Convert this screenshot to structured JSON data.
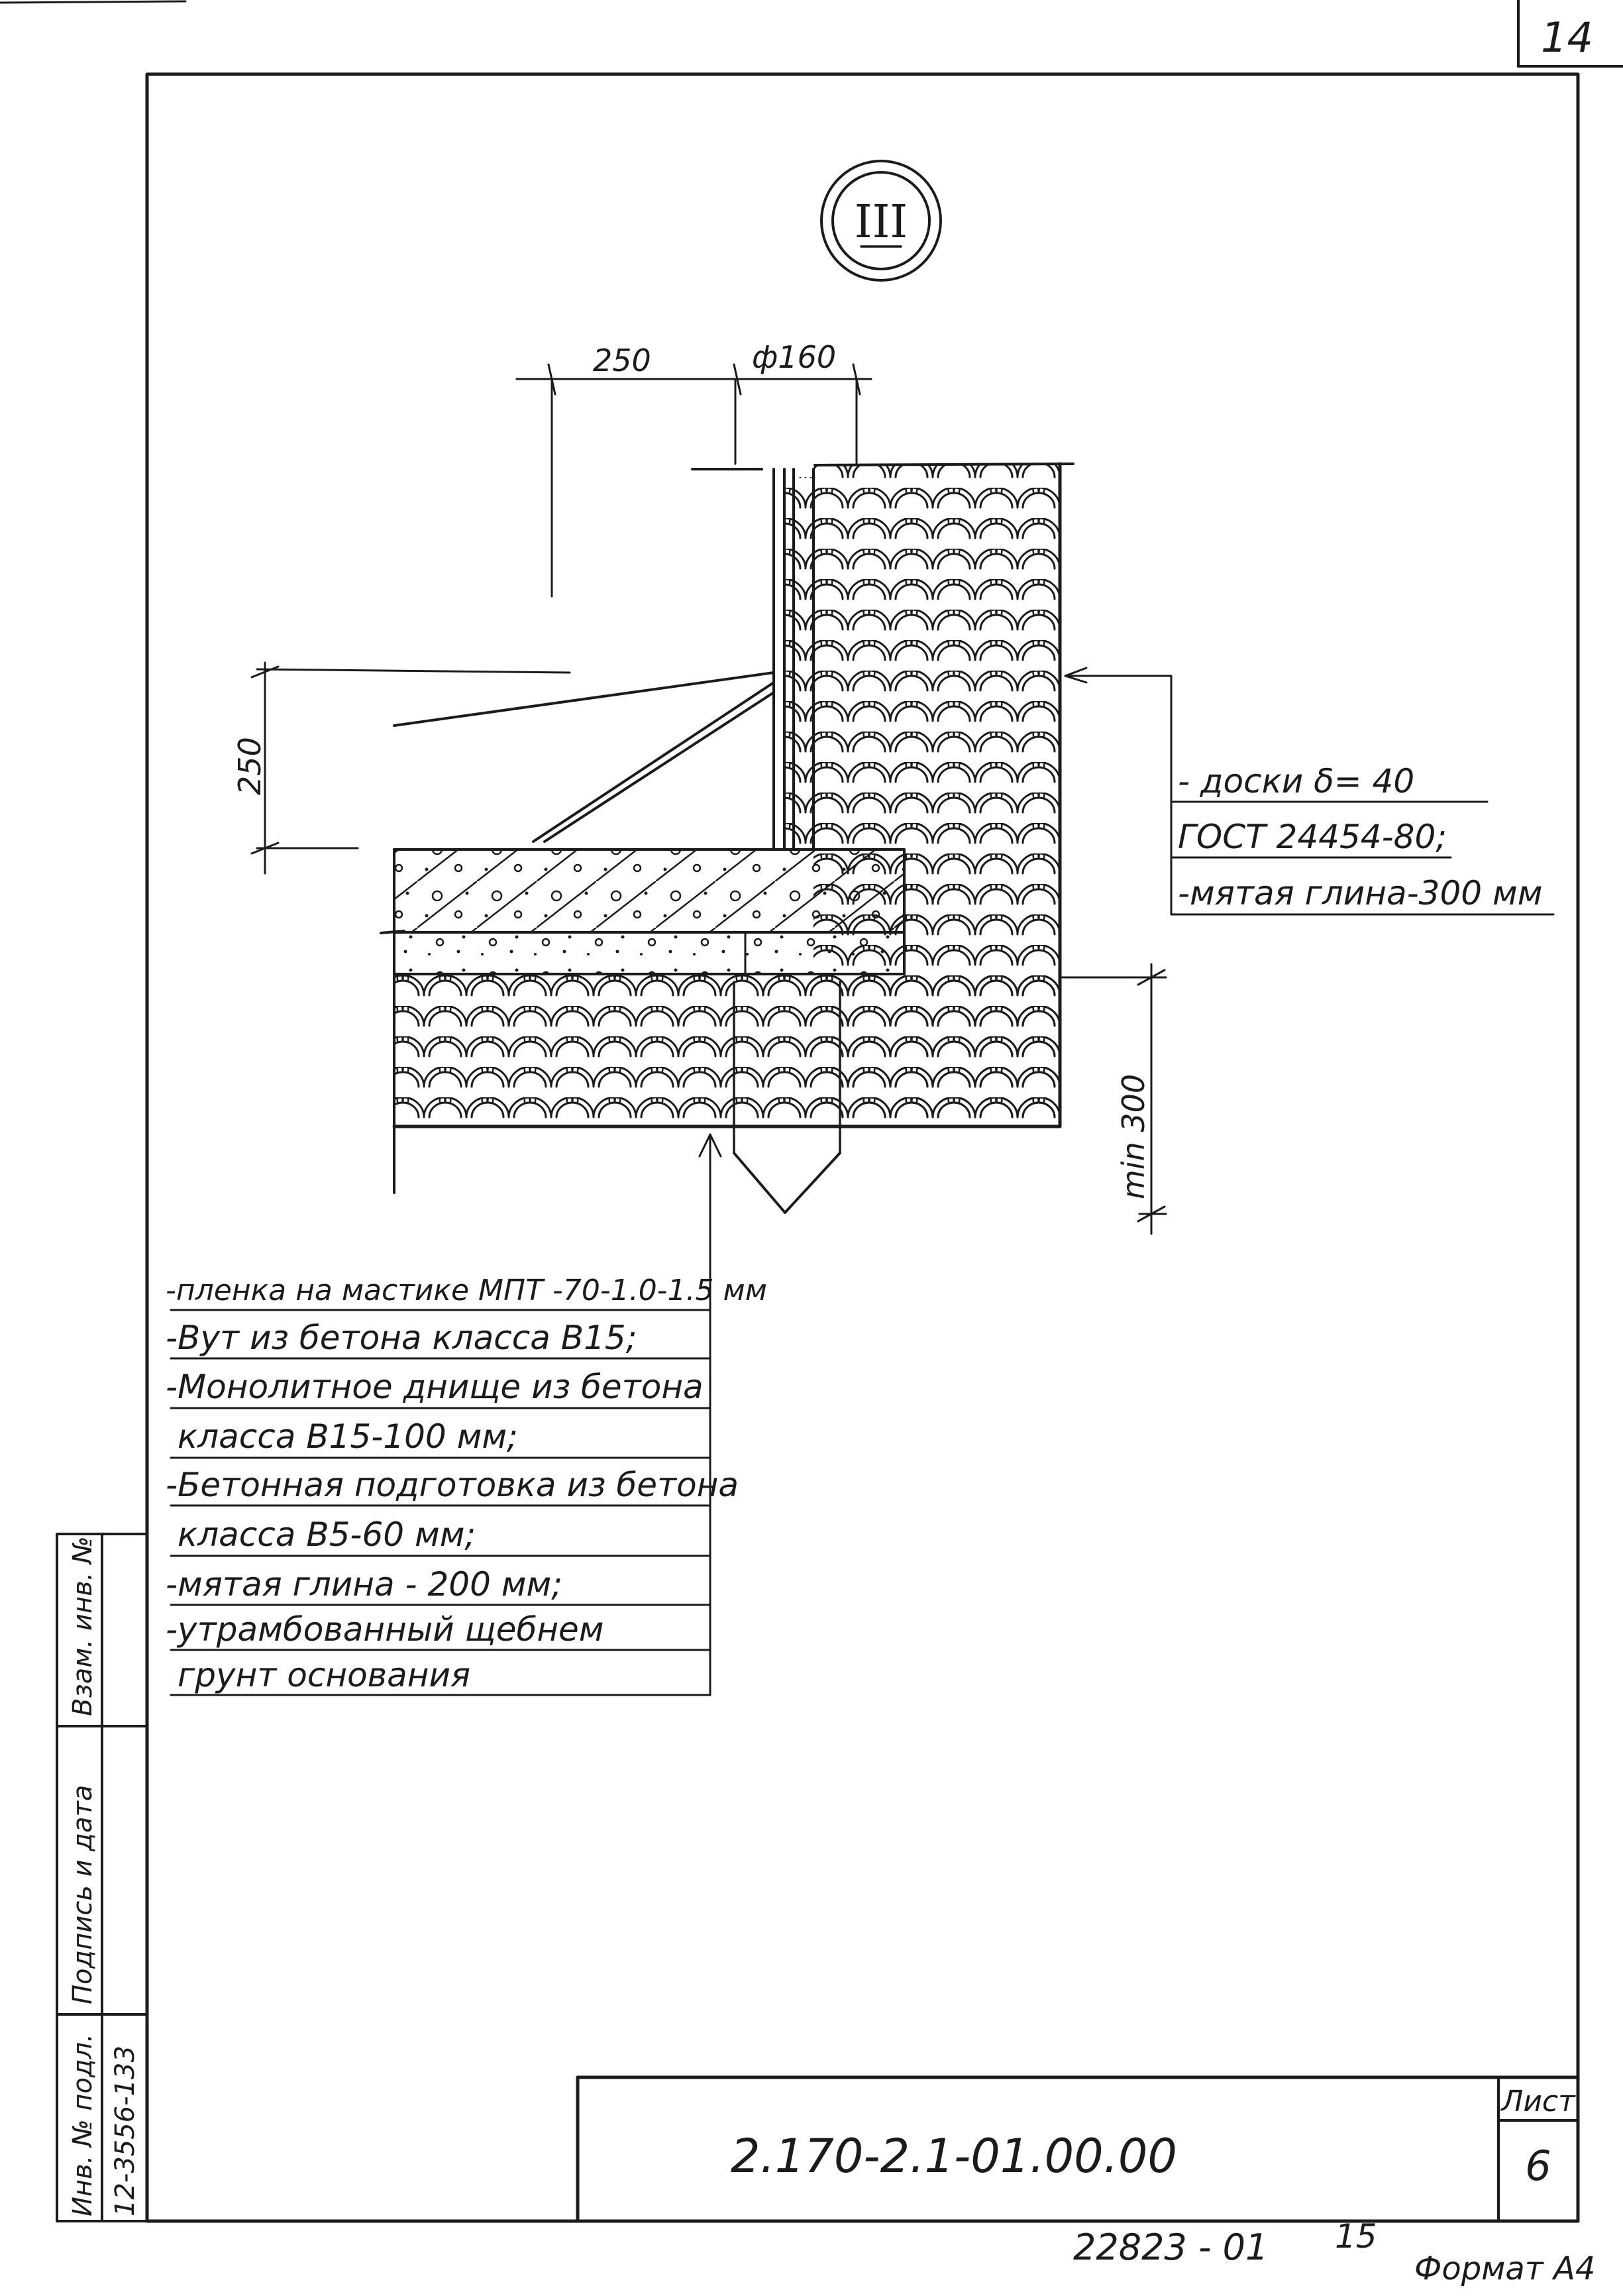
{
  "sheet": {
    "corner_number": "14",
    "section_mark": "III",
    "stamp_code": "22823 - 01",
    "stamp_number": "15",
    "format_label": "Формат А4"
  },
  "dimensions": {
    "top_left": "250",
    "top_pipe": "ф160",
    "left_vertical": "250",
    "right_vertical": "min 300"
  },
  "right_notes": [
    "- доски δ= 40",
    "ГОСТ 24454-80;",
    "-мятая глина-300 мм"
  ],
  "bottom_notes": [
    "-пленка на мастике МПТ -70-1.0-1.5 мм",
    "-Вут из бетона класса В15;",
    "-Монолитное днище из бетона",
    "класса В15-100 мм;",
    "-Бетонная подготовка из бетона",
    "класса В5-60 мм;",
    "-мятая глина - 200 мм;",
    "-утрамбованный щебнем",
    "грунт основания"
  ],
  "left_margin": {
    "inv_podl_label": "Инв. № подл.",
    "inv_podl_value": "12-3556-133",
    "signature_date_label": "Подпись и дата",
    "vzam_inv_label": "Взам. инв. №"
  },
  "title_block": {
    "document_code": "2.170-2.1-01.00.00",
    "sheet_label": "Лист",
    "sheet_number": "6"
  }
}
